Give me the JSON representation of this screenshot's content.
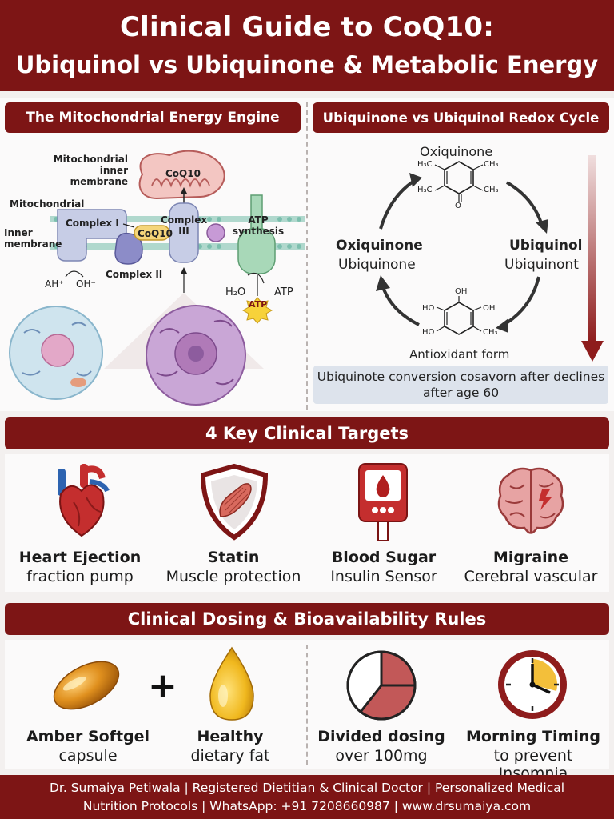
{
  "header": {
    "title_line1": "Clinical Guide to CoQ10:",
    "title_line2": "Ubiquinol vs Ubiquinone & Metabolic Energy"
  },
  "mito_panel": {
    "heading": "The Mitochondrial Energy Engine",
    "label_inner_membrane_top": "Mitochondrial inner membrane",
    "label_mitochondrial": "Mitochondrial",
    "label_inner_membrane_side": "Inner membrane",
    "complex1": "Complex I",
    "complex2": "Complex II",
    "complex3": "Complex III",
    "coq10_organelle": "CoQ10",
    "coq10_pill": "CoQ10",
    "atp_synthesis": "ATP synthesis",
    "ah_plus": "AH⁺",
    "oh_minus": "OH⁻",
    "h2o": "H₂O",
    "atp_label": "ATP",
    "atp_badge": "ATP"
  },
  "redox_panel": {
    "heading": "Ubiquinone vs Ubiquinol Redox Cycle",
    "top_label": "Oxiquinone",
    "left_bold": "Oxiquinone",
    "left_sub": "Ubiquinone",
    "right_bold": "Ubiquinol",
    "right_sub": "Ubiquinont",
    "bottom_label": "Antioxidant form",
    "note": "Ubiquinote conversion cosavorn after declines after age 60",
    "mol_top": {
      "ch3_tl": "H₃C",
      "ch3_tr": "CH₃",
      "ch3_bl": "H₃C",
      "ch3_br": "CH₃",
      "o": "O"
    },
    "mol_bottom": {
      "oh_top": "OH",
      "ho_tl": "HO",
      "oh_tr": "OH",
      "ho_bl": "HO",
      "ch3_br": "CH₃"
    }
  },
  "targets": {
    "heading": "4 Key Clinical Targets",
    "items": [
      {
        "title": "Heart Ejection",
        "sub": "fraction pump"
      },
      {
        "title": "Statin",
        "sub": "Muscle protection"
      },
      {
        "title": "Blood Sugar",
        "sub": "Insulin Sensor"
      },
      {
        "title": "Migraine",
        "sub": "Cerebral vascular"
      }
    ]
  },
  "dosing": {
    "heading": "Clinical Dosing & Bioavailability Rules",
    "items": [
      {
        "title": "Amber Softgel",
        "sub": "capsule"
      },
      {
        "title": "Healthy",
        "sub": "dietary fat"
      },
      {
        "title": "Divided dosing",
        "sub": "over 100mg"
      },
      {
        "title": "Morning Timing",
        "sub": "to prevent Insomnia"
      }
    ],
    "plus": "+"
  },
  "footer": {
    "line1": "Dr. Sumaiya Petiwala | Registered Dietitian & Clinical Doctor | Personalized Medical",
    "line2": "Nutrition Protocols | WhatsApp: +91 7208660987 | www.drsumaiya.com"
  },
  "colors": {
    "brand_red": "#7d1515",
    "panel_bg": "#fbfafa",
    "note_bg": "#dde3ec"
  },
  "icons": [
    "heart-icon",
    "shield-muscle-icon",
    "glucose-meter-icon",
    "brain-icon",
    "softgel-icon",
    "oil-drop-icon",
    "pie-chart-icon",
    "clock-icon"
  ]
}
